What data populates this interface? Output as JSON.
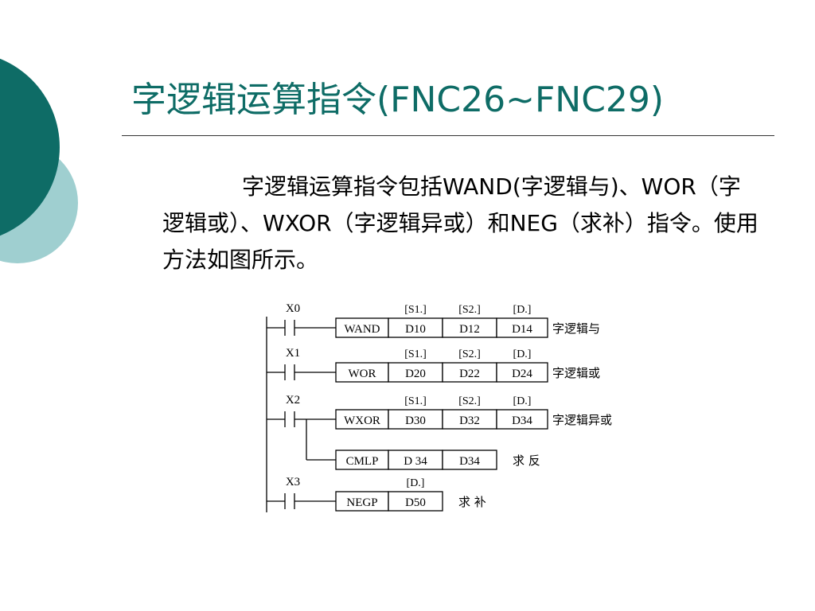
{
  "slide": {
    "title": "字逻辑运算指令(FNC26~FNC29)",
    "body": "字逻辑运算指令包括WAND(字逻辑与)、WOR（字逻辑或）、WXOR（字逻辑异或）和NEG（求补）指令。使用方法如图所示。",
    "colors": {
      "accent": "#0e6c66",
      "circle_dark": "#0e6c66",
      "circle_light": "#9fcfd0"
    }
  },
  "diagram": {
    "rungs": [
      {
        "contact": "X0",
        "headers": [
          "[S1.]",
          "[S2.]",
          "[D.]"
        ],
        "cells": [
          "WAND",
          "D10",
          "D12",
          "D14"
        ],
        "label": "字逻辑与"
      },
      {
        "contact": "X1",
        "headers": [
          "[S1.]",
          "[S2.]",
          "[D.]"
        ],
        "cells": [
          "WOR",
          "D20",
          "D22",
          "D24"
        ],
        "label": "字逻辑或"
      },
      {
        "contact": "X2",
        "headers": [
          "[S1.]",
          "[S2.]",
          "[D.]"
        ],
        "cells": [
          "WXOR",
          "D30",
          "D32",
          "D34"
        ],
        "label": "字逻辑异或"
      },
      {
        "contact": "",
        "headers": [],
        "cells": [
          "CMLP",
          "D 34",
          "D34"
        ],
        "label": "求 反"
      },
      {
        "contact": "X3",
        "headers": [
          "[D.]"
        ],
        "cells": [
          "NEGP",
          "D50"
        ],
        "label": "求 补"
      }
    ]
  }
}
